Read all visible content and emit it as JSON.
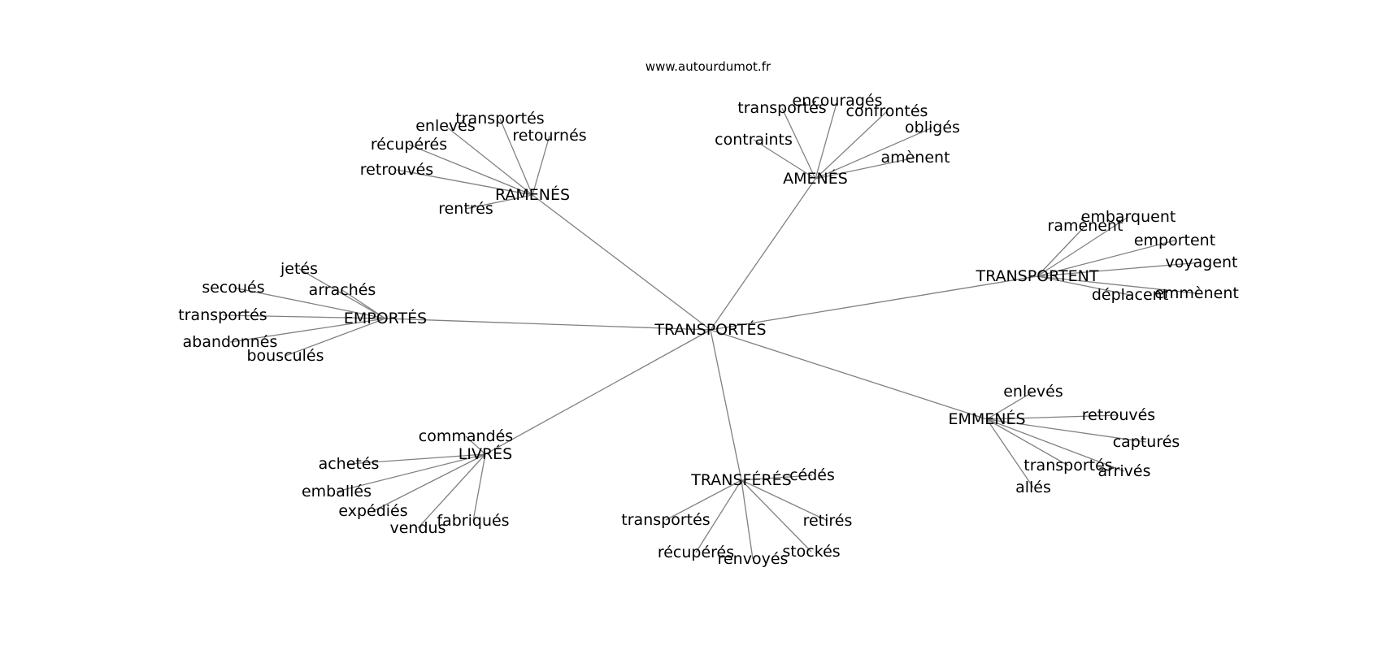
{
  "source": "www.autourdumot.fr",
  "center": {
    "label": "TRANSPORTÉS"
  },
  "clusters": [
    {
      "label": "RAMENÉS",
      "leaves": [
        "transportés",
        "enlevés",
        "retournés",
        "récupérés",
        "retrouvés",
        "rentrés"
      ]
    },
    {
      "label": "AMENÉS",
      "leaves": [
        "encouragés",
        "transportés",
        "confrontés",
        "obligés",
        "contraints",
        "amènent"
      ]
    },
    {
      "label": "TRANSPORTENT",
      "leaves": [
        "embarquent",
        "ramènent",
        "emportent",
        "voyagent",
        "emmènent",
        "déplacent"
      ]
    },
    {
      "label": "EMPORTÉS",
      "leaves": [
        "jetés",
        "secoués",
        "arrachés",
        "transportés",
        "abandonnés",
        "bousculés"
      ]
    },
    {
      "label": "EMMENÉS",
      "leaves": [
        "enlevés",
        "retrouvés",
        "capturés",
        "transportés",
        "arrivés",
        "allés"
      ]
    },
    {
      "label": "LIVRÉS",
      "leaves": [
        "commandés",
        "achetés",
        "emballés",
        "expédiés",
        "vendus",
        "fabriqués"
      ]
    },
    {
      "label": "TRANSFÉRÉS",
      "leaves": [
        "cédés",
        "transportés",
        "retirés",
        "récupérés",
        "renvoyés",
        "stockés"
      ]
    }
  ]
}
